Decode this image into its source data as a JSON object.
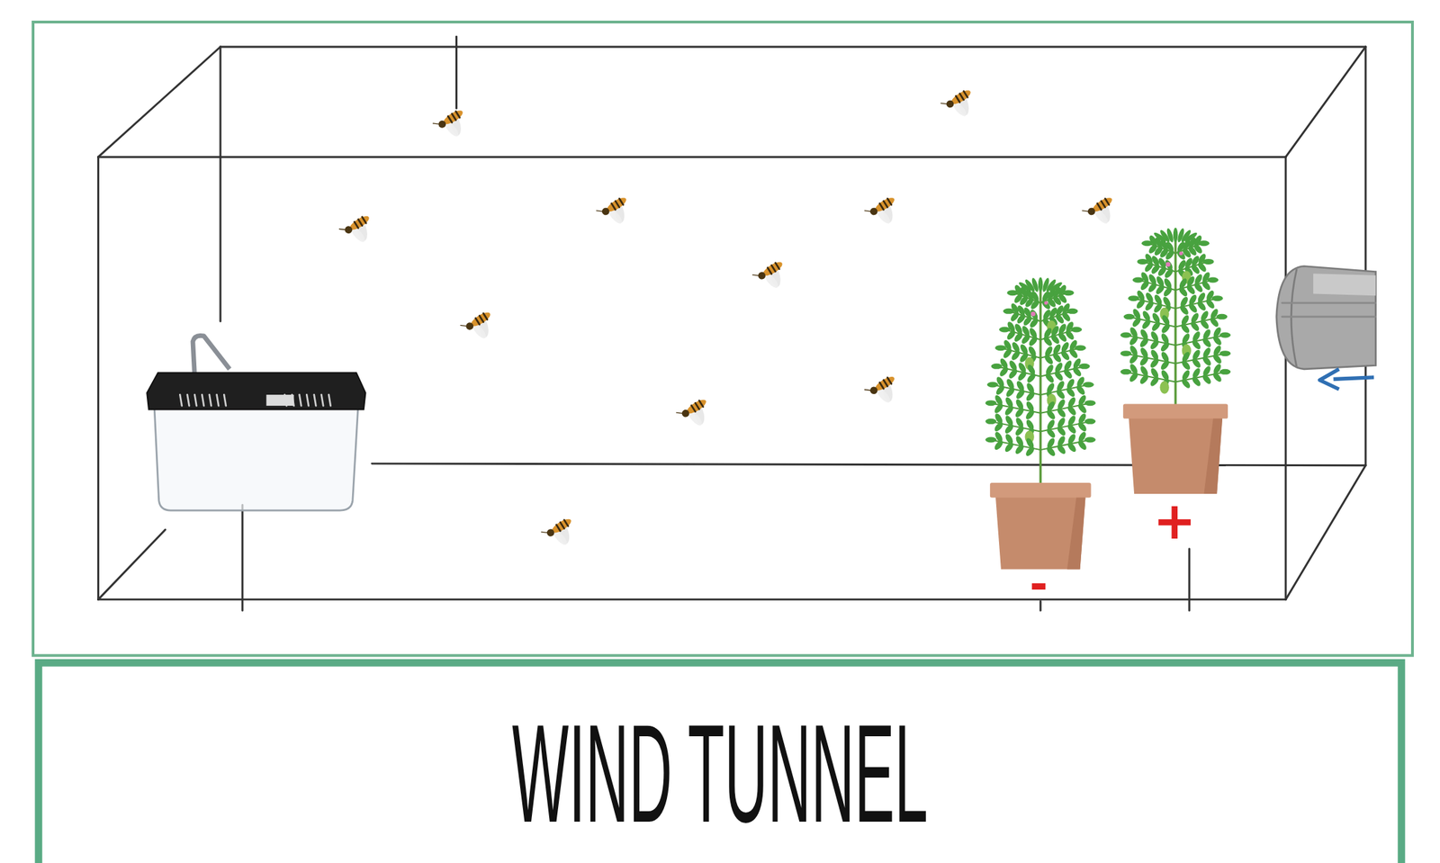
{
  "diagram": {
    "nodes": [
      {
        "text": [
          "WIND TUNNEL"
        ]
      }
    ],
    "labels": [
      "-",
      "+"
    ]
  }
}
